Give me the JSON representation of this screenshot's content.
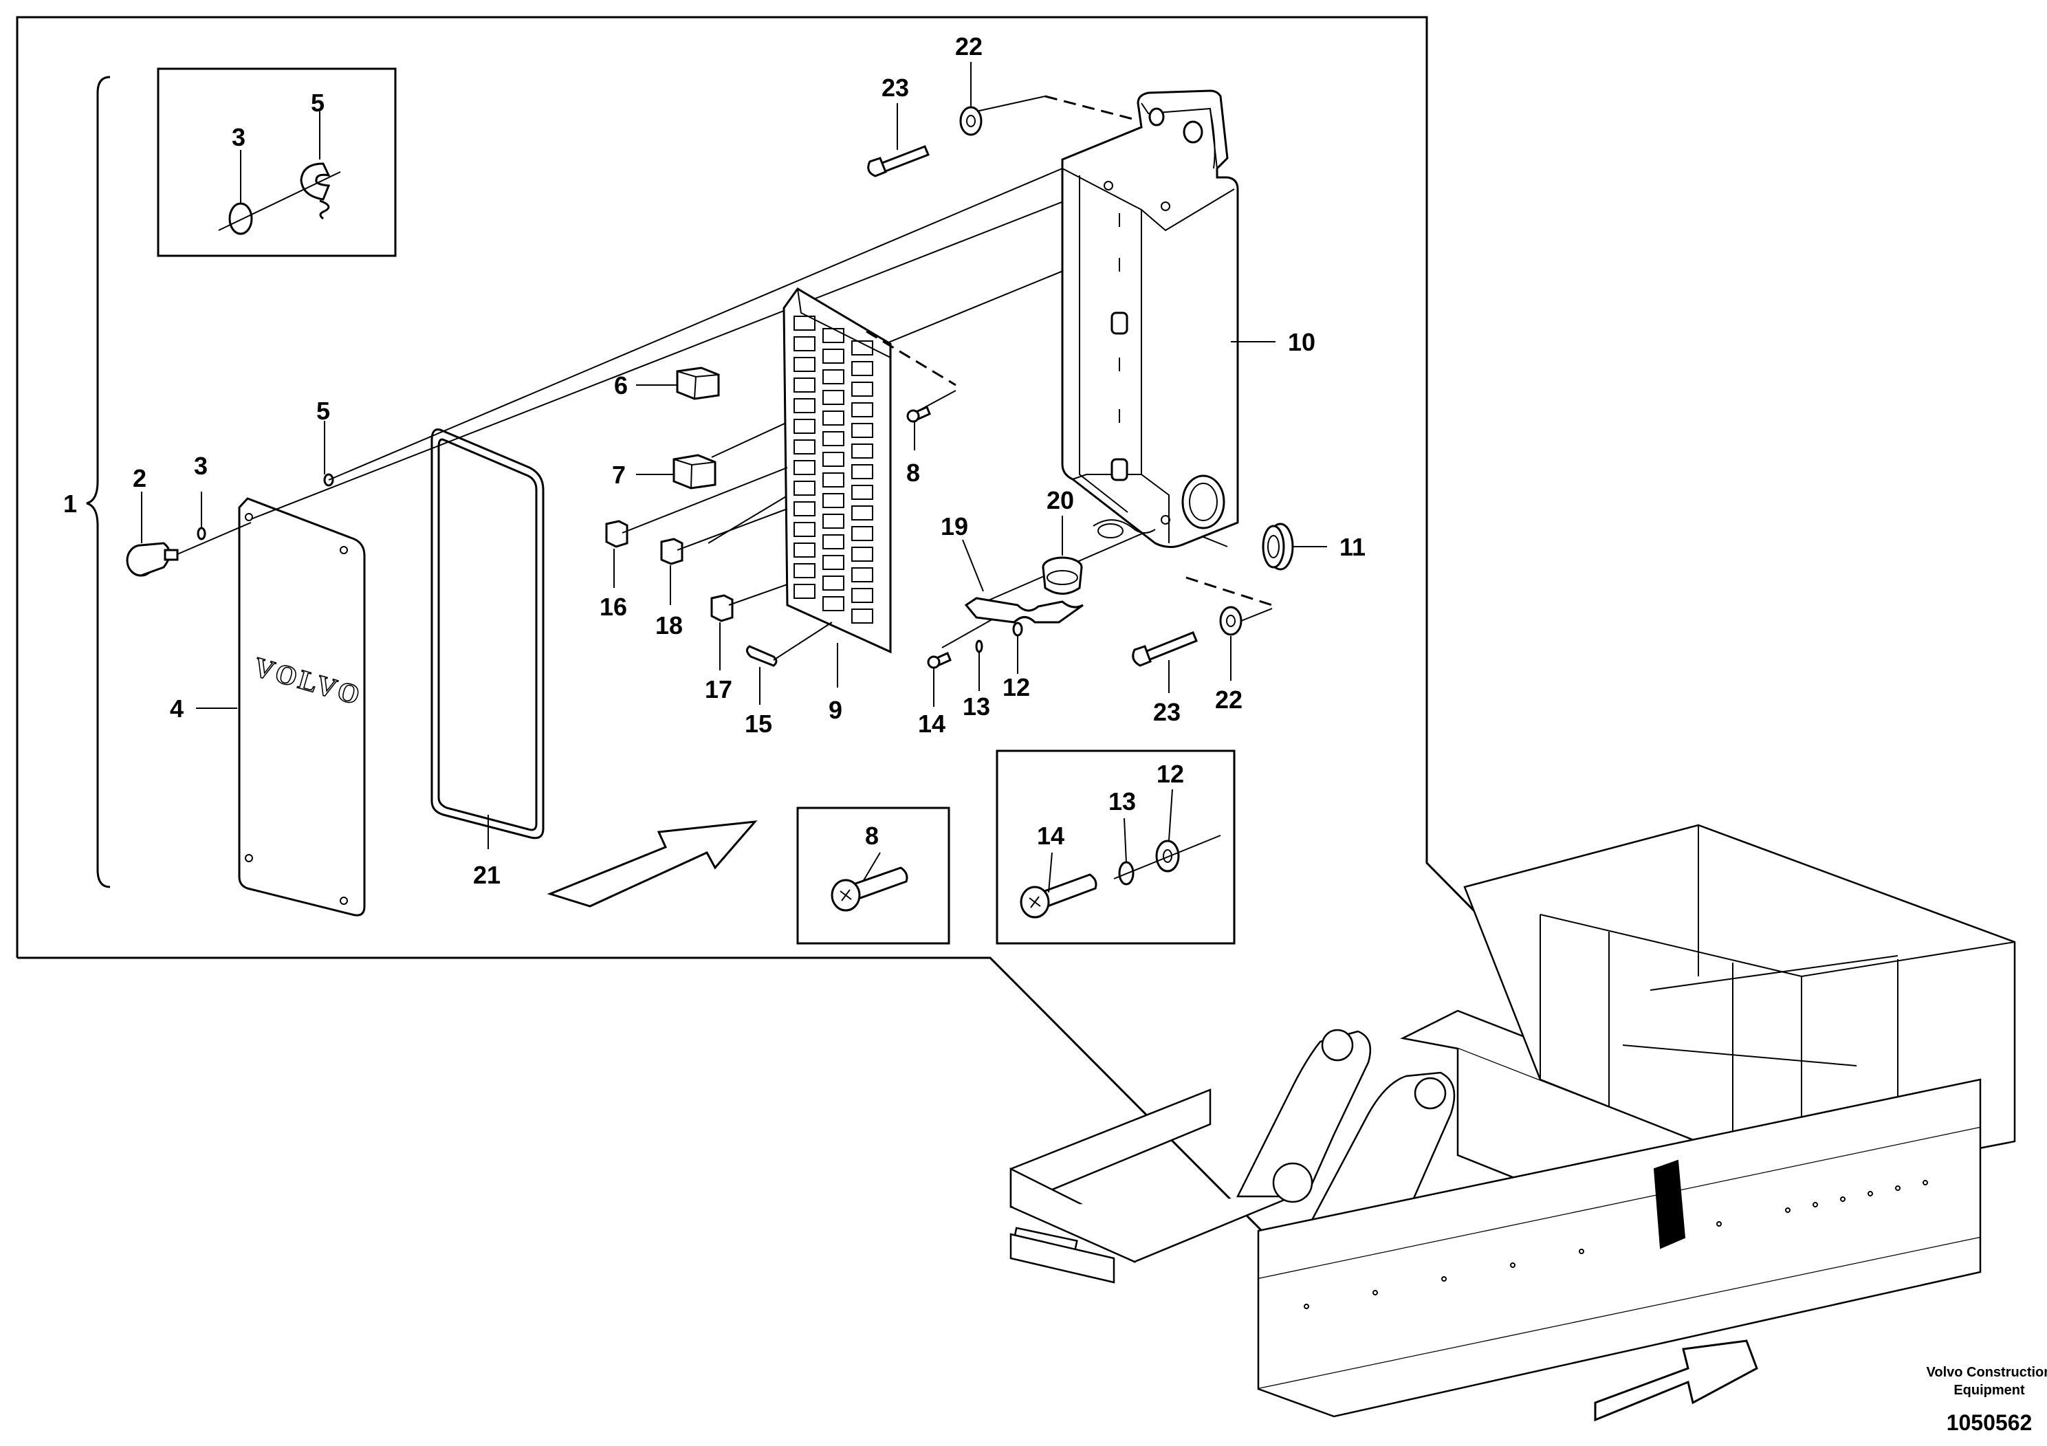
{
  "diagram": {
    "callouts": [
      "1",
      "2",
      "3",
      "4",
      "5",
      "6",
      "7",
      "8",
      "9",
      "10",
      "11",
      "12",
      "13",
      "14",
      "15",
      "16",
      "17",
      "18",
      "19",
      "20",
      "21",
      "22",
      "23"
    ],
    "logo_text": "VOLVO",
    "footer": {
      "company_line1": "Volvo Construction",
      "company_line2": "Equipment",
      "drawing_number": "1050562"
    }
  }
}
